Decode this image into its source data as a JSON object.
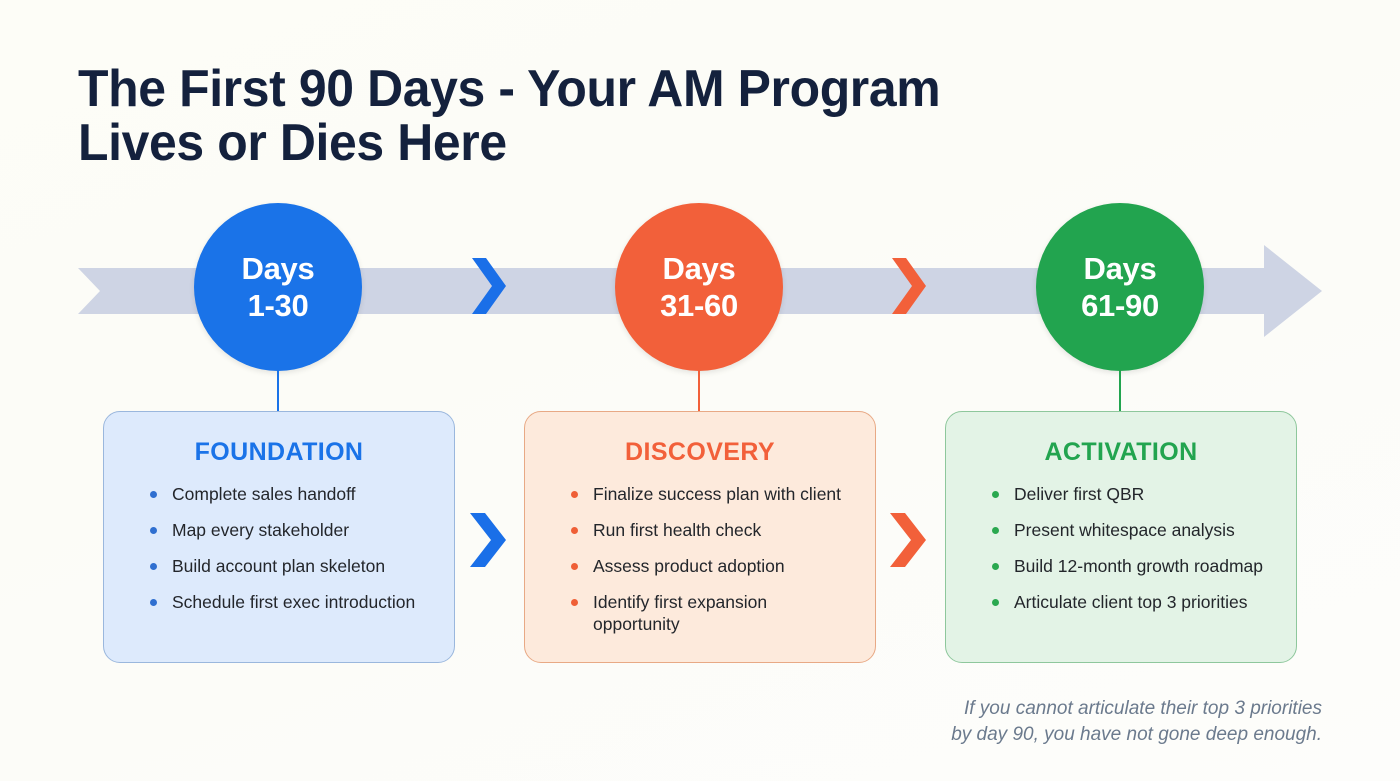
{
  "page": {
    "title": "The First 90 Days - Your AM Program\nLives or Dies Here",
    "background_color": "#fdfdf8",
    "title_color": "#14213d"
  },
  "timeline": {
    "bar_color": "#ced4e4",
    "arrow_icon": "right-arrow-icon",
    "chevron_icon": "chevron-right-icon",
    "connectors": [
      {
        "color": "#1a73e8"
      },
      {
        "color": "#f2603a"
      },
      {
        "color": "#22a44f"
      }
    ],
    "chevrons": [
      {
        "name": "timeline-chevron-1",
        "color": "#1a73e8"
      },
      {
        "name": "timeline-chevron-2",
        "color": "#f2603a"
      }
    ]
  },
  "phases": [
    {
      "id": "phase-1",
      "circle_line1": "Days",
      "circle_line2": "1-30",
      "color": "#1a73e8",
      "card_title": "FOUNDATION",
      "card_bg": "#ddeafc",
      "card_border": "#9ab7dd",
      "card_title_color": "#1a73e8",
      "bullet_color": "#2f6fd0",
      "bullets": [
        "Complete sales handoff",
        "Map every stakeholder",
        "Build account plan skeleton",
        "Schedule first exec introduction"
      ]
    },
    {
      "id": "phase-2",
      "circle_line1": "Days",
      "circle_line2": "31-60",
      "color": "#f2603a",
      "card_title": "DISCOVERY",
      "card_bg": "#fdeadc",
      "card_border": "#e8a985",
      "card_title_color": "#f2603a",
      "bullet_color": "#ef5f36",
      "bullets": [
        "Finalize success plan with client",
        "Run first health check",
        "Assess product adoption",
        "Identify first expansion opportunity"
      ]
    },
    {
      "id": "phase-3",
      "circle_line1": "Days",
      "circle_line2": "61-90",
      "color": "#22a44f",
      "card_title": "ACTIVATION",
      "card_bg": "#e3f3e6",
      "card_border": "#8ec79c",
      "card_title_color": "#22a44f",
      "bullet_color": "#2aa84f",
      "bullets": [
        "Deliver first QBR",
        "Present whitespace analysis",
        "Build 12-month growth roadmap",
        "Articulate client top 3 priorities"
      ]
    }
  ],
  "card_chevrons": [
    {
      "name": "card-chevron-1",
      "color": "#1a6fe8"
    },
    {
      "name": "card-chevron-2",
      "color": "#f2603a"
    }
  ],
  "footnote": {
    "text": "If you cannot articulate their top 3 priorities\nby day 90, you have not gone deep enough.",
    "color": "#6b7a8d"
  }
}
